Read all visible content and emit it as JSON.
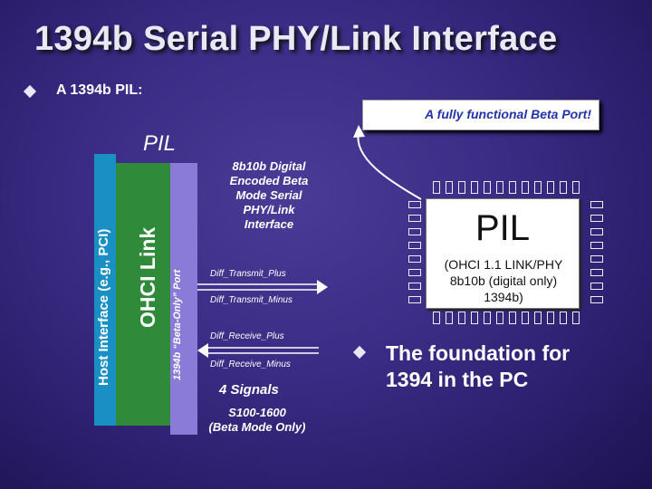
{
  "slide": {
    "title": "1394b Serial PHY/Link Interface",
    "bullet1": "A 1394b PIL:",
    "callout": "A fully functional Beta Port!",
    "pil_block_label": "PIL",
    "host_label": "Host Interface (e.g., PCI)",
    "ohci_label": "OHCI Link",
    "port_label": "1394b “Beta-Only” Port",
    "desc_line1": "8b10b Digital",
    "desc_line2": "Encoded Beta",
    "desc_line3": "Mode Serial",
    "desc_line4": "PHY/Link",
    "desc_line5": "Interface",
    "signal1": "Diff_Transmit_Plus",
    "signal2": "Diff_Transmit_Minus",
    "signal3": "Diff_Receive_Plus",
    "signal4": "Diff_Receive_Minus",
    "signals_count": "4 Signals",
    "speed_line1": "S100-1600",
    "speed_line2": "(Beta Mode Only)",
    "chip_title": "PIL",
    "chip_line1": "(OHCI 1.1 LINK/PHY",
    "chip_line2": "8b10b (digital only)",
    "chip_line3": "1394b)",
    "bullet2_line1": "The foundation for",
    "bullet2_line2": "1394 in the PC"
  },
  "colors": {
    "host_bar": "#1a8fc4",
    "pil_block": "#2f8a3a",
    "port_bar": "#8a7bd8",
    "callout_text": "#2233aa"
  }
}
